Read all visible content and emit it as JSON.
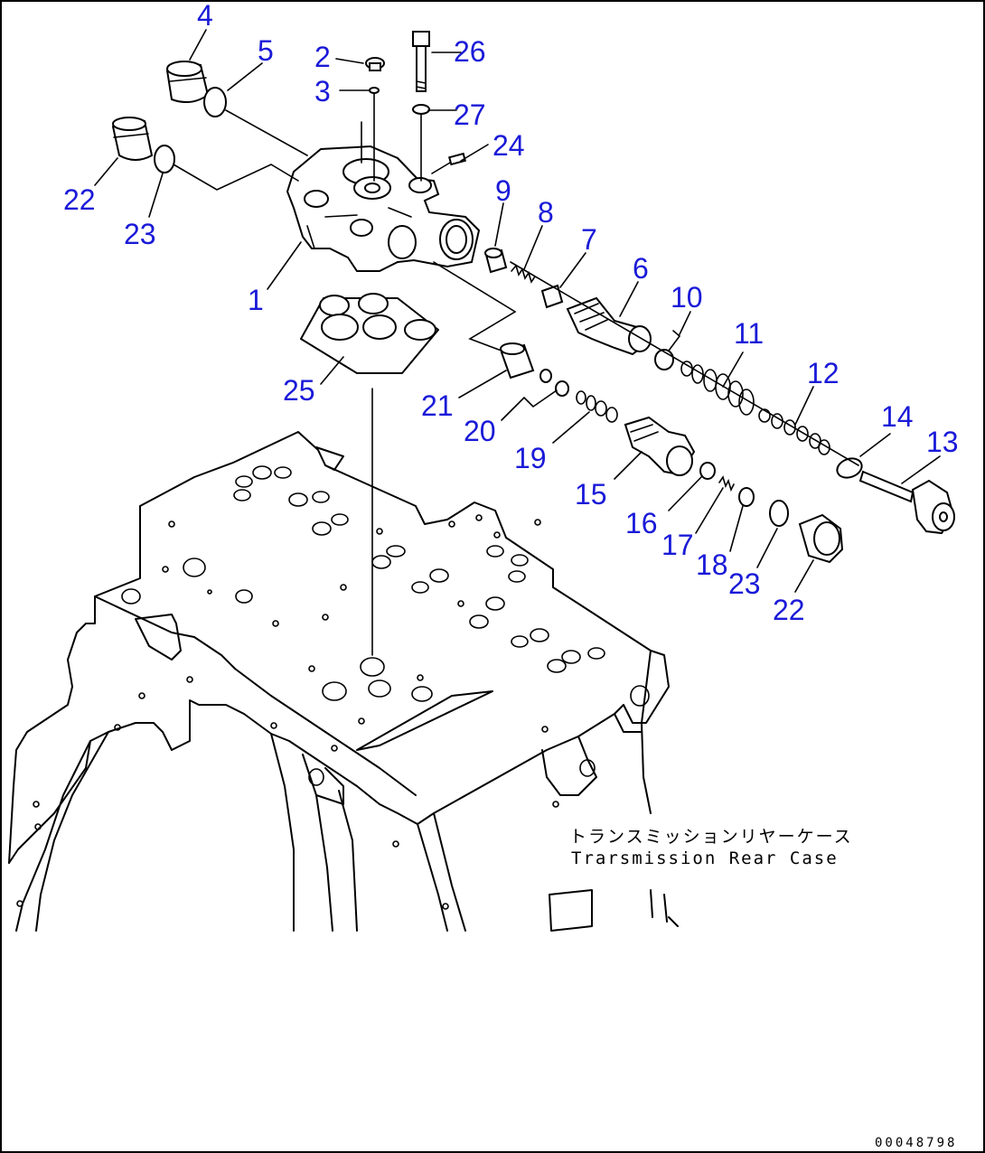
{
  "diagram": {
    "callouts": [
      {
        "id": "4",
        "label": "4"
      },
      {
        "id": "5",
        "label": "5"
      },
      {
        "id": "2",
        "label": "2"
      },
      {
        "id": "26",
        "label": "26"
      },
      {
        "id": "3",
        "label": "3"
      },
      {
        "id": "27",
        "label": "27"
      },
      {
        "id": "24",
        "label": "24"
      },
      {
        "id": "22a",
        "label": "22"
      },
      {
        "id": "23a",
        "label": "23"
      },
      {
        "id": "9",
        "label": "9"
      },
      {
        "id": "8",
        "label": "8"
      },
      {
        "id": "7",
        "label": "7"
      },
      {
        "id": "6",
        "label": "6"
      },
      {
        "id": "10",
        "label": "10"
      },
      {
        "id": "11",
        "label": "11"
      },
      {
        "id": "1",
        "label": "1"
      },
      {
        "id": "12",
        "label": "12"
      },
      {
        "id": "25",
        "label": "25"
      },
      {
        "id": "21",
        "label": "21"
      },
      {
        "id": "14",
        "label": "14"
      },
      {
        "id": "13",
        "label": "13"
      },
      {
        "id": "20",
        "label": "20"
      },
      {
        "id": "19",
        "label": "19"
      },
      {
        "id": "15",
        "label": "15"
      },
      {
        "id": "16",
        "label": "16"
      },
      {
        "id": "17",
        "label": "17"
      },
      {
        "id": "18",
        "label": "18"
      },
      {
        "id": "23b",
        "label": "23"
      },
      {
        "id": "22b",
        "label": "22"
      }
    ],
    "caption_jp": "トランスミッションリヤーケース",
    "caption_en": "Trarsmission Rear Case",
    "doc_id": "00048798"
  },
  "colors": {
    "callout": "#1a1ad8",
    "line": "#000000",
    "background": "#ffffff"
  }
}
